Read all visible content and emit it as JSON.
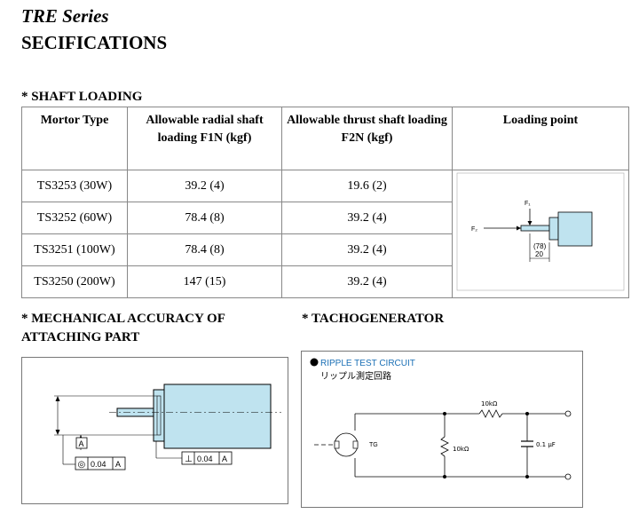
{
  "header": {
    "series": "TRE Series",
    "title": "SECIFICATIONS"
  },
  "shaft_loading": {
    "section_title": "* SHAFT LOADING",
    "columns": [
      "Mortor Type",
      "Allowable radial shaft loading F1N (kgf)",
      "Allowable thrust shaft loading F2N (kgf)",
      "Loading point"
    ],
    "rows": [
      [
        "TS3253 (30W)",
        "39.2 (4)",
        "19.6 (2)"
      ],
      [
        "TS3252 (60W)",
        "78.4 (8)",
        "39.2 (4)"
      ],
      [
        "TS3251 (100W)",
        "78.4 (8)",
        "39.2 (4)"
      ],
      [
        "TS3250 (200W)",
        "147 (15)",
        "39.2 (4)"
      ]
    ],
    "loading_diagram": {
      "f1": "F₁",
      "f2": "F₂",
      "dim_ref": "(78)",
      "dim": "20"
    }
  },
  "mechanical": {
    "section_title_line1": "* MECHANICAL ACCURACY OF",
    "section_title_line2": "ATTACHING PART",
    "datum": "A",
    "concentricity_symbol": "◎",
    "concentricity_value": "0.04",
    "concentricity_datum": "A",
    "perpendicularity_symbol": "⊥",
    "perpendicularity_value": "0.04",
    "perpendicularity_datum": "A"
  },
  "tachogenerator": {
    "section_title": "* TACHOGENERATOR",
    "circuit_title": "RIPPLE TEST CIRCUIT",
    "circuit_subtitle": "リップル測定回路",
    "tg_label": "TG",
    "r_series": "10kΩ",
    "r_shunt": "10kΩ",
    "capacitor": "0.1 μF",
    "accent_color": "#1a6fb5"
  }
}
